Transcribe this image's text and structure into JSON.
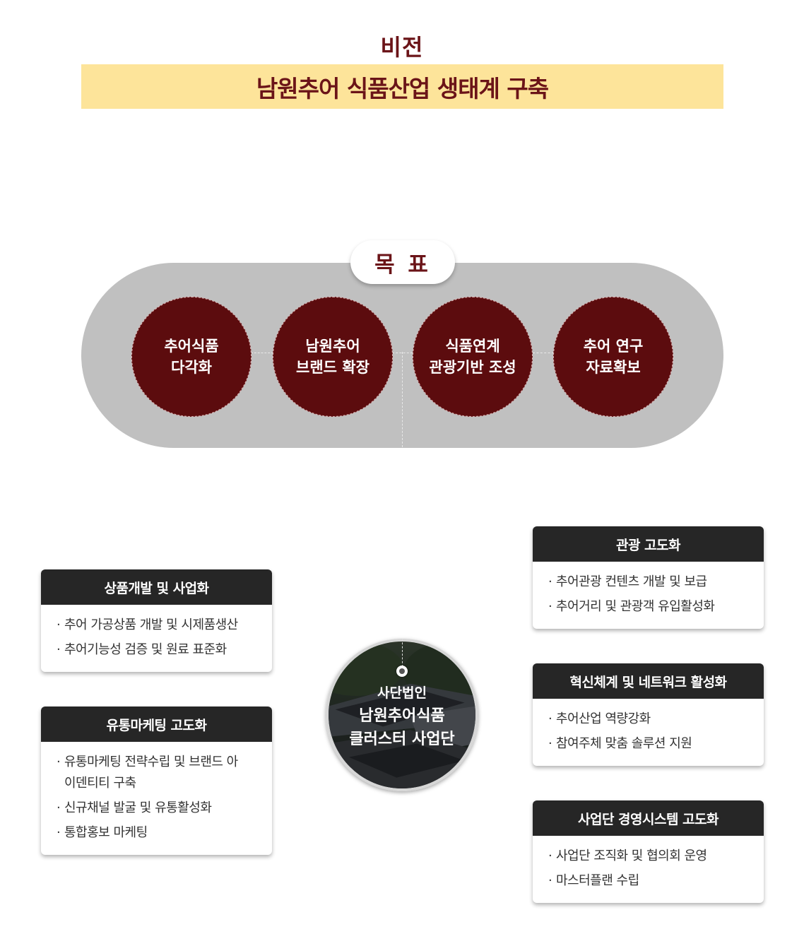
{
  "vision": {
    "label": "비전",
    "text": "남원추어 식품산업 생태계 구축"
  },
  "goals": {
    "label": "목 표",
    "items": [
      {
        "line1": "추어식품",
        "line2": "다각화"
      },
      {
        "line1": "남원추어",
        "line2": "브랜드 확장"
      },
      {
        "line1": "식품연계",
        "line2": "관광기반 조성"
      },
      {
        "line1": "추어 연구",
        "line2": "자료확보"
      }
    ]
  },
  "center": {
    "line1": "사단법인",
    "line2": "남원추어식품",
    "line3": "클러스터 사업단"
  },
  "bullet": "·",
  "cards": {
    "product": {
      "title": "상품개발 및 사업화",
      "items": [
        "추어 가공상품 개발 및 시제품생산",
        "추어기능성 검증 및 원료 표준화"
      ]
    },
    "marketing": {
      "title": "유통마케팅 고도화",
      "items": [
        "유통마케팅 전략수립 및 브랜드 아이덴티티 구축",
        "신규채널 발굴 및 유통활성화",
        "통합홍보 마케팅"
      ]
    },
    "tourism": {
      "title": "관광 고도화",
      "items": [
        "추어관광 컨텐츠 개발 및 보급",
        "추어거리 및 관광객 유입활성화"
      ]
    },
    "innovation": {
      "title": "혁신체계 및 네트워크 활성화",
      "items": [
        "추어산업 역량강화",
        "참여주체 맞춤 솔루션 지원"
      ]
    },
    "management": {
      "title": "사업단 경영시스템 고도화",
      "items": [
        "사업단 조직화 및 협의회 운영",
        "마스터플랜 수립"
      ]
    }
  },
  "colors": {
    "accent": "#6b1418",
    "vision_bar": "#fde49a",
    "goal_bg": "#c0c0c0",
    "goal_circle": "#5c0c0e",
    "card_head": "#262626"
  }
}
